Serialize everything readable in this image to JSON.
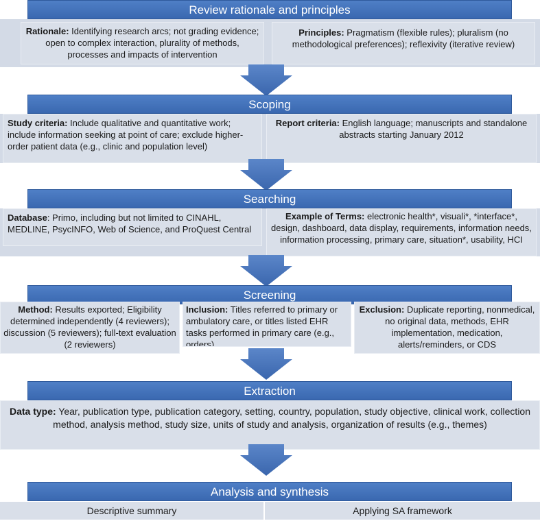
{
  "sections": {
    "review": {
      "title": "Review rationale and principles",
      "rationale": {
        "label": "Rationale:",
        "text": " Identifying research arcs; not grading evidence; open to complex interaction, plurality of methods, processes and impacts of intervention"
      },
      "principles": {
        "label": "Principles:",
        "text": " Pragmatism (flexible rules); pluralism (no methodological preferences); reflexivity (iterative review)"
      }
    },
    "scoping": {
      "title": "Scoping",
      "study": {
        "label": "Study criteria:",
        "text": " Include qualitative and quantitative work; include information seeking at point of care; exclude higher-order patient data (e.g., clinic and population level)"
      },
      "report": {
        "label": "Report criteria:",
        "text": " English language; manuscripts and standalone abstracts starting January 2012"
      }
    },
    "searching": {
      "title": "Searching",
      "database": {
        "label": "Database",
        "text": ": Primo, including but not limited to CINAHL, MEDLINE, PsycINFO, Web of Science, and ProQuest Central"
      },
      "terms": {
        "label": "Example of Terms:",
        "text": " electronic health*, visuali*, *interface*, design, dashboard, data display, requirements, information needs, information processing, primary care, situation*, usability, HCI"
      }
    },
    "screening": {
      "title": "Screening",
      "method": {
        "label": "Method:",
        "text": " Results exported; Eligibility determined independently (4 reviewers); discussion (5 reviewers); full-text evaluation (2 reviewers)"
      },
      "inclusion": {
        "label": "Inclusion:",
        "text": " Titles referred to primary or ambulatory care, or titles listed EHR tasks performed in primary care (e.g., orders)."
      },
      "exclusion": {
        "label": "Exclusion:",
        "text": " Duplicate reporting, nonmedical, no original data, methods, EHR implementation, medication, alerts/reminders, or CDS"
      }
    },
    "extraction": {
      "title": "Extraction",
      "datatype": {
        "label": "Data type:",
        "text": " Year, publication type, publication category, setting, country, population, study objective, clinical work, collection method, analysis method, study size, units of study and analysis, organization of results (e.g., themes)"
      }
    },
    "analysis": {
      "title": "Analysis and synthesis",
      "left": "Descriptive summary",
      "right": "Applying SA framework"
    }
  },
  "colors": {
    "header": "#4472c4",
    "box": "#d9dfe9",
    "arrow": "#4472c4"
  }
}
